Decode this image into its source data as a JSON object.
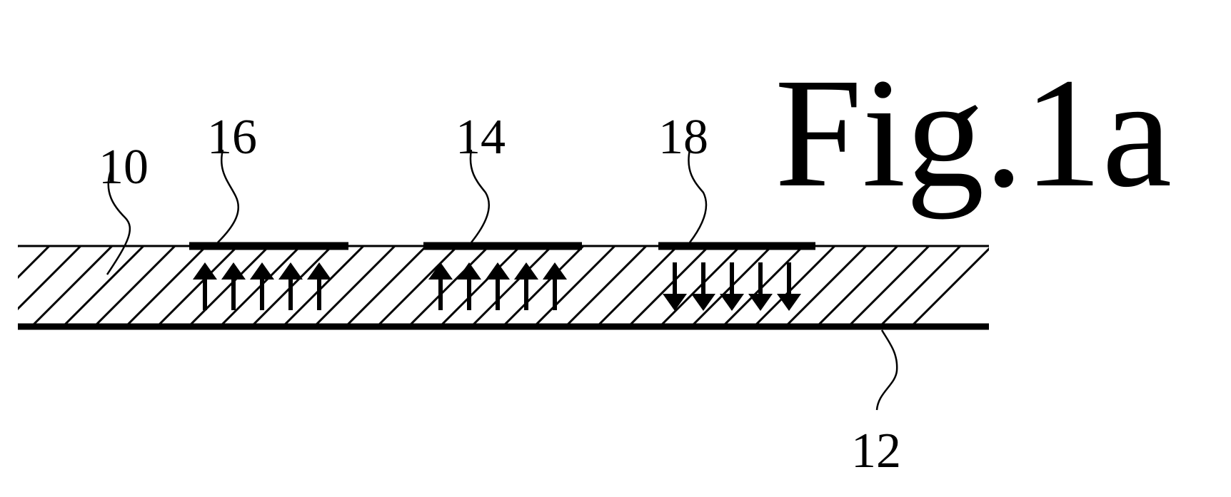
{
  "figure": {
    "title": "Fig.1a",
    "labels": {
      "substrate": "10",
      "bottom_electrode": "12",
      "center_electrode": "14",
      "left_electrode": "16",
      "right_electrode": "18"
    },
    "polarization": {
      "left_region": "up",
      "center_region": "up",
      "right_region": "down"
    }
  }
}
